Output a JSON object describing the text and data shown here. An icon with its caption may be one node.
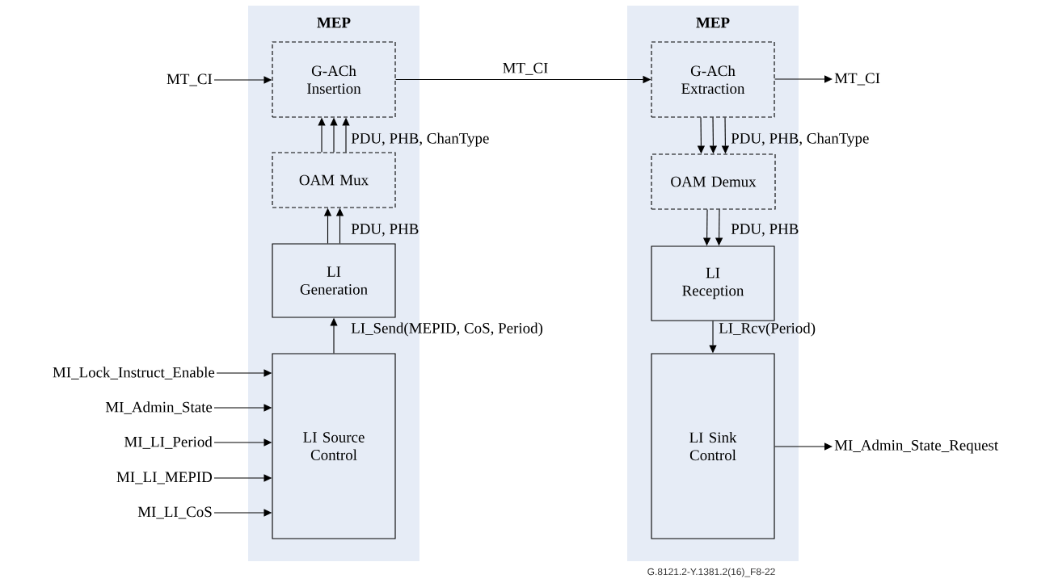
{
  "diagram": {
    "nodes": [
      {
        "text": [
          "MEP"
        ]
      },
      {
        "text": [
          "G-ACh Insertion"
        ],
        "in": 0
      },
      {
        "text": [
          "OAM Mux"
        ],
        "in": 0
      },
      {
        "text": [
          "LI Generation"
        ],
        "in": 0
      },
      {
        "text": [
          "LI Source Control"
        ],
        "in": 0
      },
      {
        "text": [
          "MEP"
        ]
      },
      {
        "text": [
          "G-ACh Extraction"
        ],
        "in": 5
      },
      {
        "text": [
          "OAM Demux"
        ],
        "in": 5
      },
      {
        "text": [
          "LI Reception"
        ],
        "in": 5
      },
      {
        "text": [
          "LI Sink Control"
        ],
        "in": 5
      },
      {
        "text": [
          "MT_CI"
        ]
      },
      {
        "text": [
          "MT_CI"
        ]
      },
      {
        "text": [
          "MI_Lock_Instruct_Enable"
        ]
      },
      {
        "text": [
          "MI_Admin_State"
        ]
      },
      {
        "text": [
          "MI_LI_Period"
        ]
      },
      {
        "text": [
          "MI_LI_MEPID"
        ]
      },
      {
        "text": [
          "MI_LI_CoS"
        ]
      },
      {
        "text": [
          "MI_Admin_State_Request"
        ]
      }
    ],
    "edges": [
      {
        "from": 10,
        "to": 1,
        "arrow": "to"
      },
      {
        "from": 1,
        "to": 6,
        "arrow": "to",
        "label": "MT_CI"
      },
      {
        "from": 6,
        "to": 11,
        "arrow": "to"
      },
      {
        "from": 2,
        "to": 1,
        "arrow": "to"
      },
      {
        "from": 2,
        "to": 1,
        "arrow": "to"
      },
      {
        "from": 2,
        "to": 1,
        "arrow": "to",
        "label": "PDU, PHB, ChanType"
      },
      {
        "from": 3,
        "to": 2,
        "arrow": "to"
      },
      {
        "from": 3,
        "to": 2,
        "arrow": "to",
        "label": "PDU, PHB"
      },
      {
        "from": 4,
        "to": 3,
        "arrow": "to",
        "label": "LI_Send(MEPID, CoS, Period)"
      },
      {
        "from": 6,
        "to": 7,
        "arrow": "to"
      },
      {
        "from": 6,
        "to": 7,
        "arrow": "to"
      },
      {
        "from": 6,
        "to": 7,
        "arrow": "to",
        "label": "PDU, PHB, ChanType"
      },
      {
        "from": 7,
        "to": 8,
        "arrow": "to"
      },
      {
        "from": 7,
        "to": 8,
        "arrow": "to",
        "label": "PDU, PHB"
      },
      {
        "from": 8,
        "to": 9,
        "arrow": "to",
        "label": "LI_Rcv(Period)"
      },
      {
        "from": 12,
        "to": 4,
        "arrow": "to"
      },
      {
        "from": 13,
        "to": 4,
        "arrow": "to"
      },
      {
        "from": 14,
        "to": 4,
        "arrow": "to"
      },
      {
        "from": 15,
        "to": 4,
        "arrow": "to"
      },
      {
        "from": 16,
        "to": 4,
        "arrow": "to"
      },
      {
        "from": 9,
        "to": 17,
        "arrow": "to"
      }
    ],
    "labels": [
      "G.8121.2-Y.1381.2(16)_F8-22"
    ]
  }
}
